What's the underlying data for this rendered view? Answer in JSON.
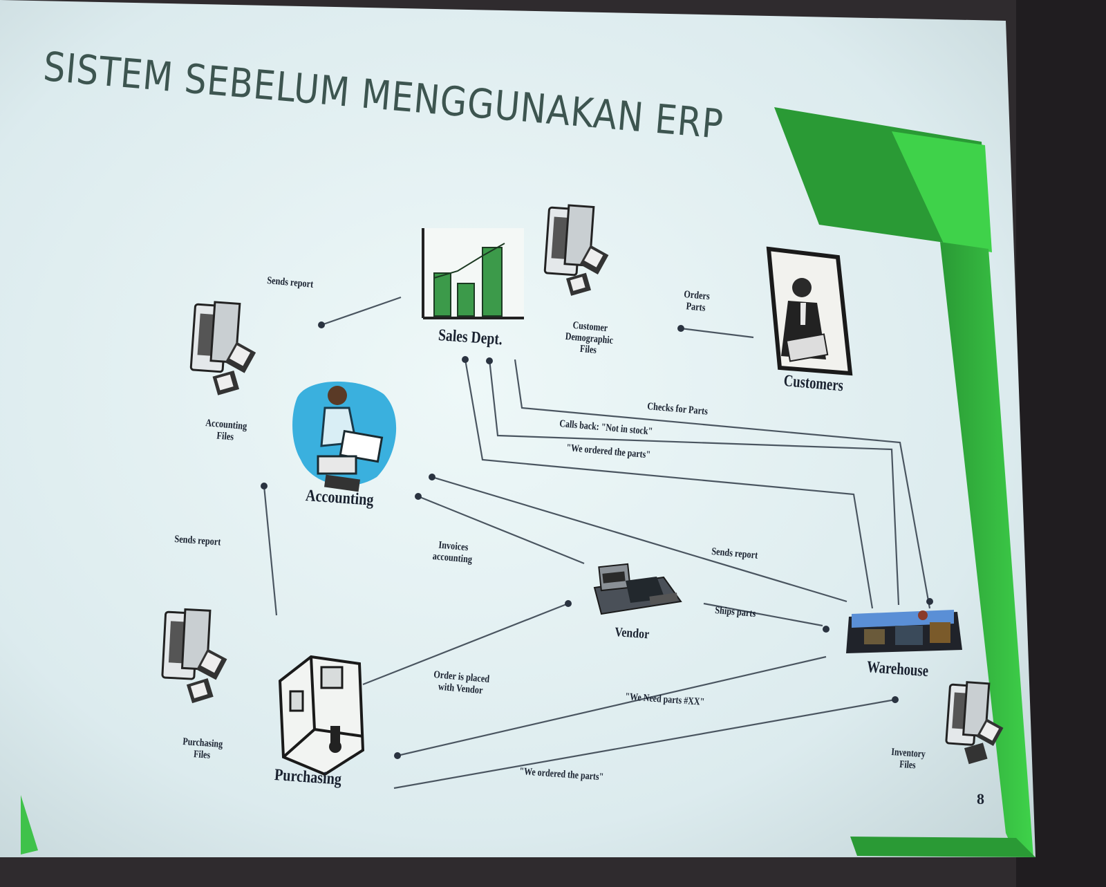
{
  "slide": {
    "title": "SISTEM SEBELUM MENGGUNAKAN ERP",
    "page_number": "8",
    "colors": {
      "background": "#dff1f4",
      "title": "#3d5550",
      "accent_green": "#3fc24a",
      "accent_dark_green": "#2a9a35",
      "text": "#1a2230",
      "line": "#4a5560"
    }
  },
  "nodes": {
    "sales_dept": "Sales Dept.",
    "customer_files": [
      "Customer",
      "Demographic",
      "Files"
    ],
    "customers": "Customers",
    "accounting_files": [
      "Accounting",
      "Files"
    ],
    "accounting": "Accounting",
    "vendor": "Vendor",
    "warehouse": "Warehouse",
    "purchasing_files": [
      "Purchasing",
      "Files"
    ],
    "purchasing": "Purchasing",
    "inventory_files": [
      "Inventory",
      "Files"
    ]
  },
  "edges": {
    "sales_sends_report": "Sends report",
    "customers_orders_parts": [
      "Orders",
      "Parts"
    ],
    "checks_for_parts": "Checks for Parts",
    "calls_back": "Calls back: \"Not in stock\"",
    "we_ordered_parts_top": "\"We ordered the parts\"",
    "purchasing_sends_report": "Sends report",
    "invoices_accounting": [
      "Invoices",
      "accounting"
    ],
    "warehouse_sends_report": "Sends report",
    "ships_parts": "Ships parts",
    "order_placed_with_vendor": [
      "Order is placed",
      "with Vendor"
    ],
    "we_need_parts": "\"We Need parts #XX\"",
    "we_ordered_parts_bottom": "\"We ordered the parts\""
  },
  "icons": {
    "sales_dept": "bar-chart-icon",
    "customer_files": "computer-files-icon",
    "customers": "businessman-portrait-icon",
    "accounting_files": "computer-files-icon",
    "accounting": "accountant-at-desk-icon",
    "vendor": "vendor-factory-icon",
    "warehouse": "warehouse-icon",
    "purchasing_files": "computer-files-icon",
    "purchasing": "office-cubicle-icon",
    "inventory_files": "computer-files-icon"
  }
}
